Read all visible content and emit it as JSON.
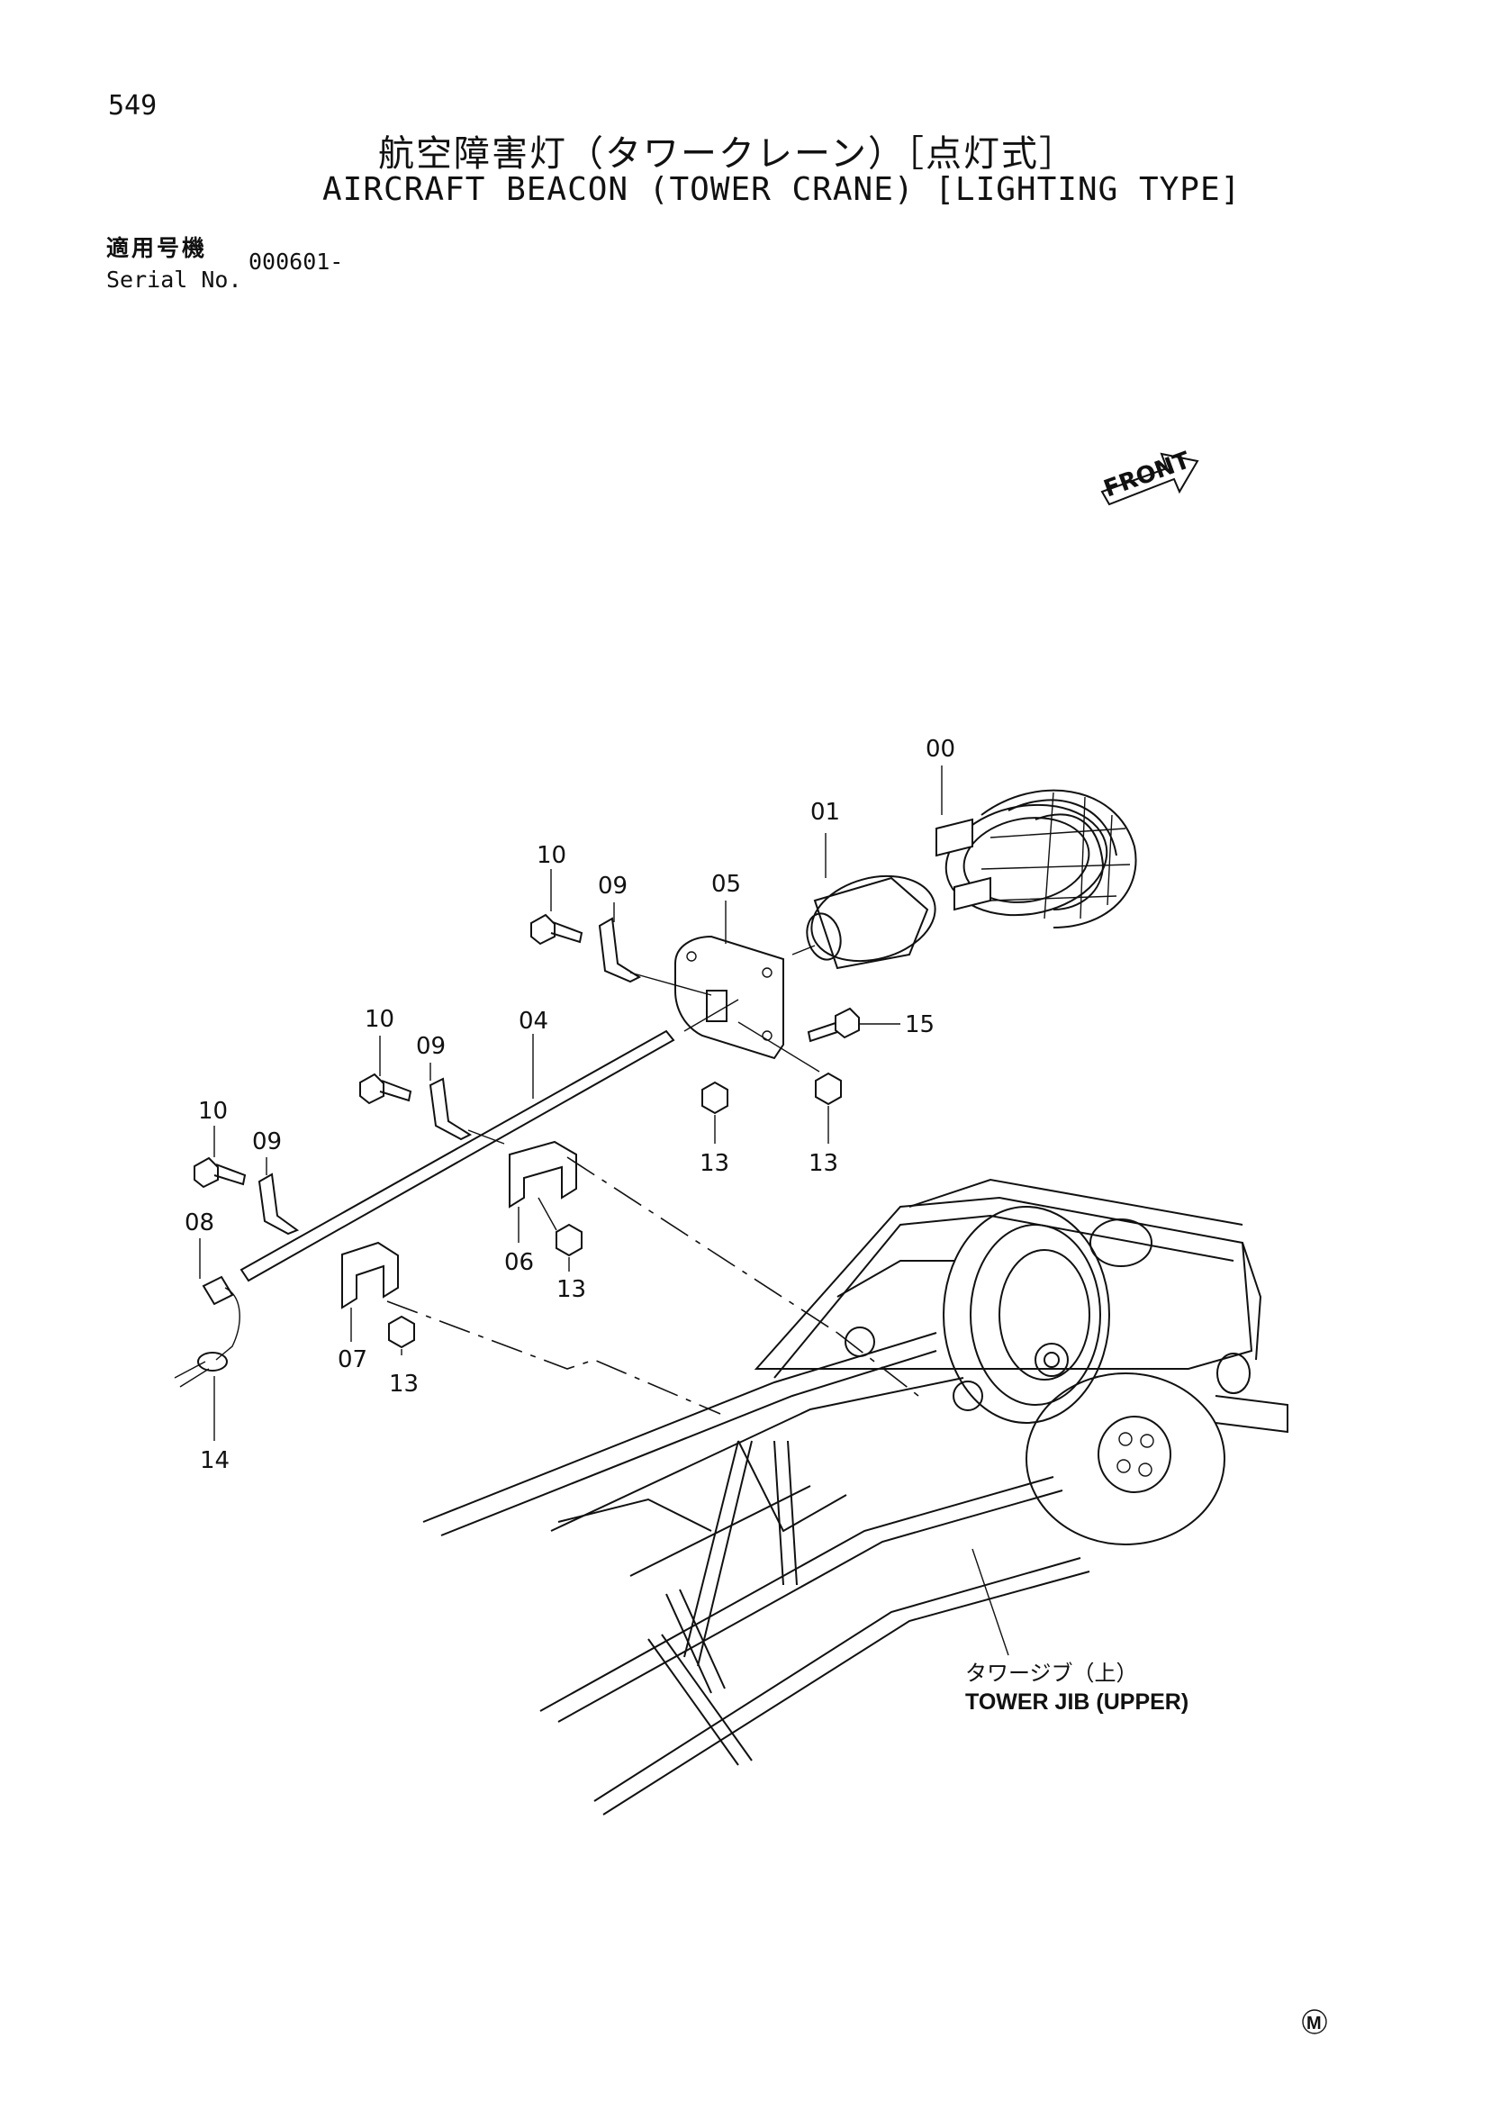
{
  "page": {
    "number": "549",
    "title_jp": "航空障害灯（タワークレーン）［点灯式］",
    "title_en": "AIRCRAFT BEACON (TOWER CRANE) [LIGHTING TYPE]"
  },
  "serial": {
    "label_jp": "適用号機",
    "label_en": "Serial No.",
    "value": "000601-"
  },
  "front_indicator": "FRONT",
  "callouts": {
    "p00": "00",
    "p01": "01",
    "p04": "04",
    "p05": "05",
    "p06": "06",
    "p07": "07",
    "p08": "08",
    "p09": "09",
    "p10": "10",
    "p13": "13",
    "p14": "14",
    "p15": "15"
  },
  "jib_label": {
    "jp": "タワージブ（上）",
    "en": "TOWER JIB (UPPER)"
  },
  "mark": "M"
}
